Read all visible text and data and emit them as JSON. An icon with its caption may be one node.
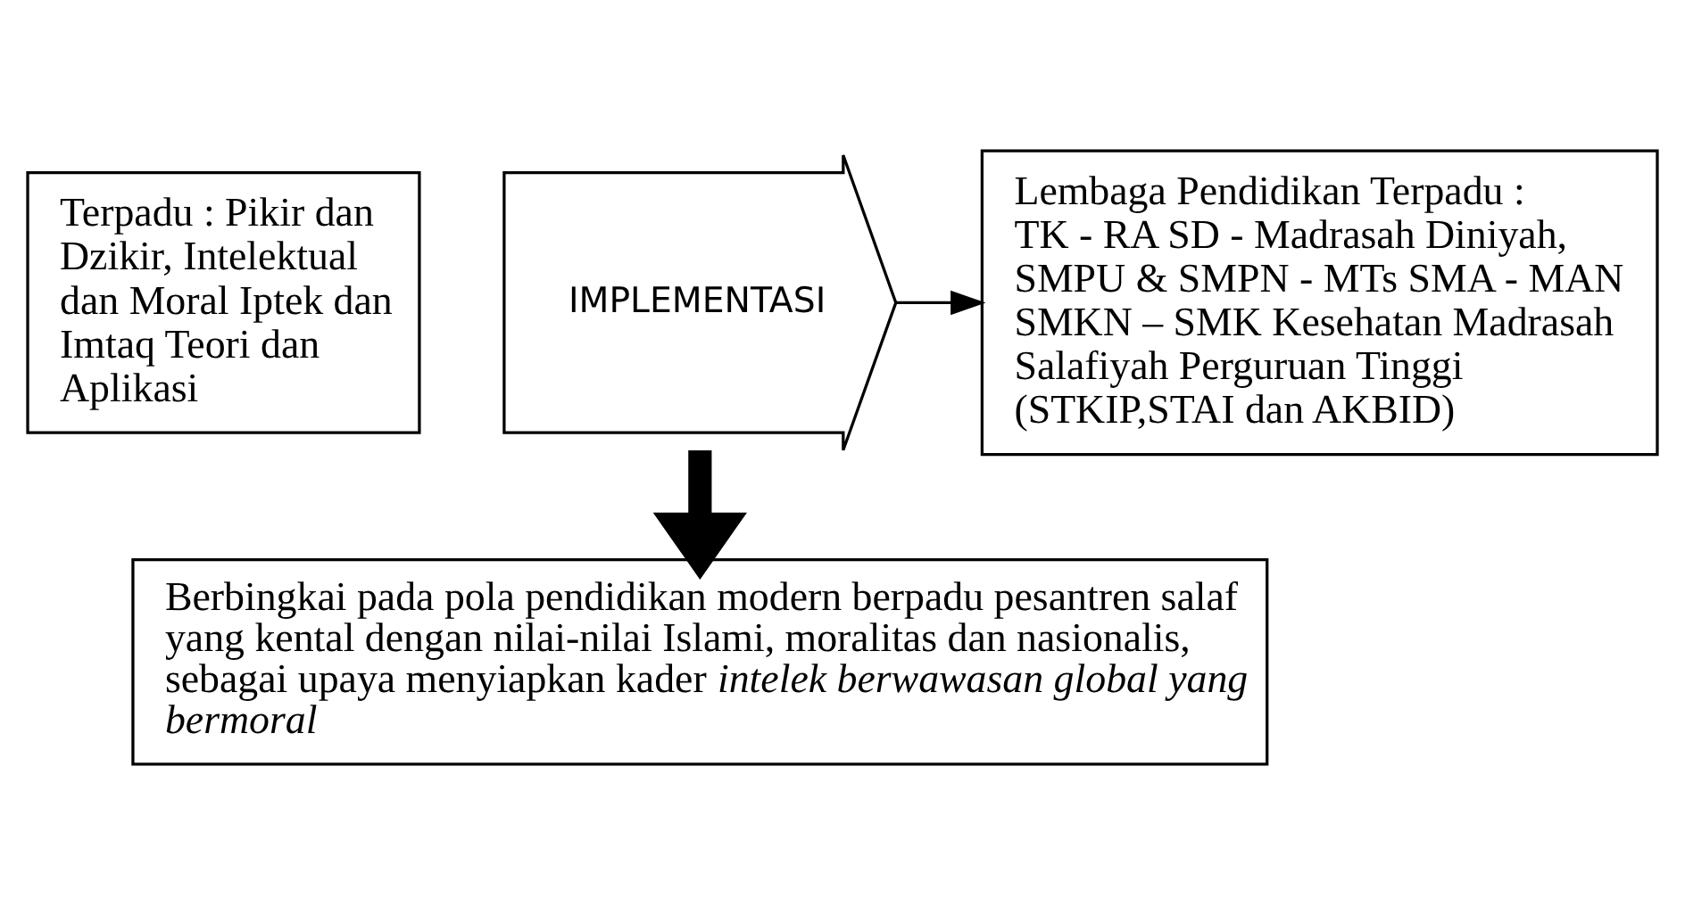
{
  "diagram": {
    "nodes": [
      {
        "text": [
          "Terpadu : Pikir dan Dzikir, Intelektual dan Moral Iptek dan Imtaq Teori dan Aplikasi"
        ]
      },
      {
        "text": [
          "IMPLEMENTASI"
        ]
      },
      {
        "text": [
          "Lembaga Pendidikan Terpadu : TK - RA SD - Madrasah Diniyah, SMPU & SMPN - MTs SMA - MAN SMKN – SMK Kesehatan Madrasah Salafiyah Perguruan Tinggi (STKIP,STAI dan AKBID)"
        ]
      },
      {
        "text": [
          "Berbingkai pada pola pendidikan modern berpadu pesantren salaf yang kental dengan nilai-nilai Islami, moralitas dan nasionalis, sebagai upaya menyiapkan kader *intelek berwawasan global yang bermoral*"
        ]
      }
    ],
    "edges": [
      {
        "from": 1,
        "to": 2,
        "arrow": "to"
      },
      {
        "from": 1,
        "to": 3,
        "arrow": "to",
        "style": "thick"
      }
    ]
  }
}
